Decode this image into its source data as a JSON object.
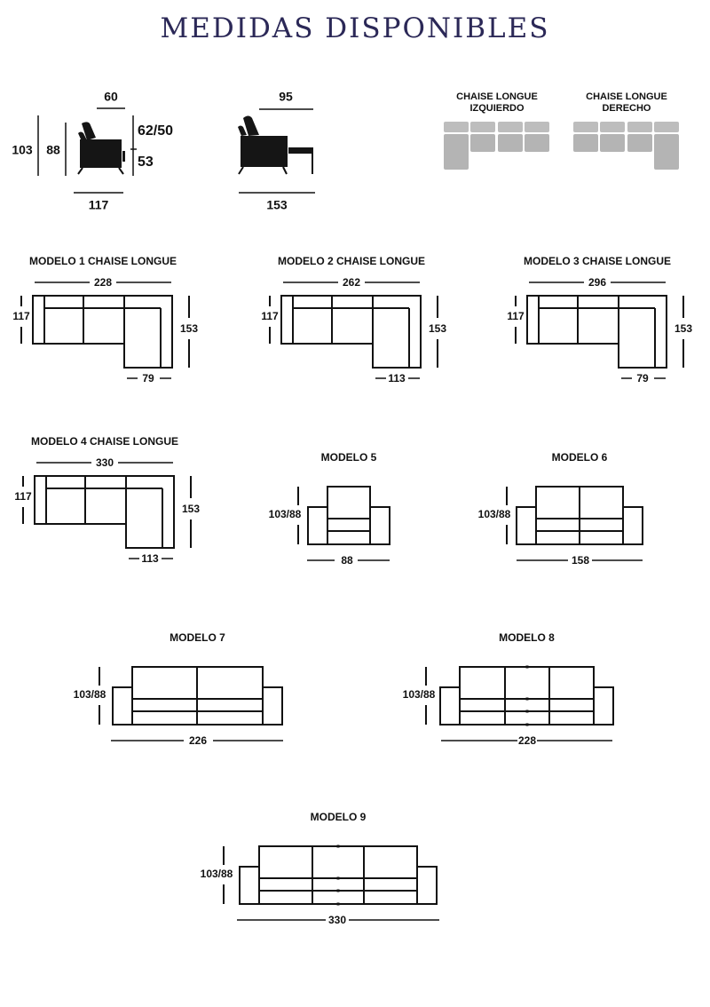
{
  "title": "MEDIDAS DISPONIBLES",
  "colors": {
    "title": "#2b2857",
    "line": "#111111",
    "module": "#b8b8b8"
  },
  "side_views": {
    "profile": {
      "seat_depth": "60",
      "total_height": "103",
      "back_height_low": "88",
      "back_height": "62/50",
      "seat_height": "53",
      "depth": "117"
    },
    "extended": {
      "extension": "95",
      "depth": "153"
    }
  },
  "orientation": {
    "left": {
      "line1": "CHAISE LONGUE",
      "line2": "IZQUIERDO"
    },
    "right": {
      "line1": "CHAISE LONGUE",
      "line2": "DERECHO"
    }
  },
  "chaise_models": [
    {
      "title": "MODELO 1 CHAISE LONGUE",
      "width": "228",
      "depth": "117",
      "chaise_depth": "153",
      "chaise_width": "79"
    },
    {
      "title": "MODELO 2 CHAISE LONGUE",
      "width": "262",
      "depth": "117",
      "chaise_depth": "153",
      "chaise_width": "113"
    },
    {
      "title": "MODELO 3 CHAISE LONGUE",
      "width": "296",
      "depth": "117",
      "chaise_depth": "153",
      "chaise_width": "79"
    },
    {
      "title": "MODELO 4 CHAISE LONGUE",
      "width": "330",
      "depth": "117",
      "chaise_depth": "153",
      "chaise_width": "113"
    }
  ],
  "sofa_models": [
    {
      "title": "MODELO 5",
      "height": "103/88",
      "width": "88"
    },
    {
      "title": "MODELO 6",
      "height": "103/88",
      "width": "158"
    },
    {
      "title": "MODELO 7",
      "height": "103/88",
      "width": "226"
    },
    {
      "title": "MODELO 8",
      "height": "103/88",
      "width": "228"
    },
    {
      "title": "MODELO 9",
      "height": "103/88",
      "width": "330"
    }
  ]
}
